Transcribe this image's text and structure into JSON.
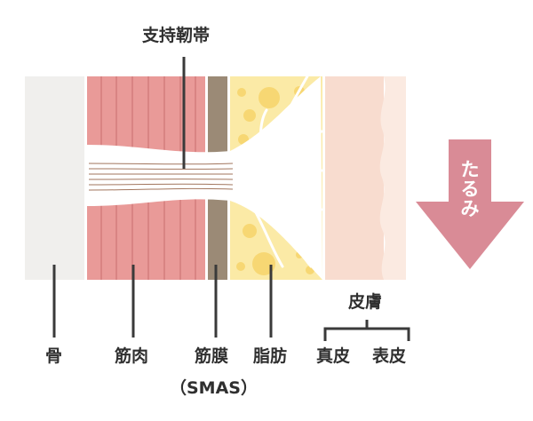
{
  "labels": {
    "ligament": "支持靭帯",
    "bone": "骨",
    "muscle": "筋肉",
    "fascia": "筋膜",
    "fascia_sub": "（SMAS）",
    "fat": "脂肪",
    "skin": "皮膚",
    "dermis": "真皮",
    "epidermis": "表皮"
  },
  "arrow": {
    "text_1": "た",
    "text_2": "る",
    "text_3": "み"
  },
  "colors": {
    "bone": "#f0efed",
    "muscle": "#e99a98",
    "muscle_stripe": "#d57f7e",
    "fascia": "#9b8a76",
    "fat": "#fbeaa6",
    "fat_globule": "#f7d773",
    "dermis": "#f8dccf",
    "epidermis": "#fbeae1",
    "arrow": "#d98b96",
    "ligament_fiber": "#a2765e",
    "leader": "#3a3a3a"
  }
}
